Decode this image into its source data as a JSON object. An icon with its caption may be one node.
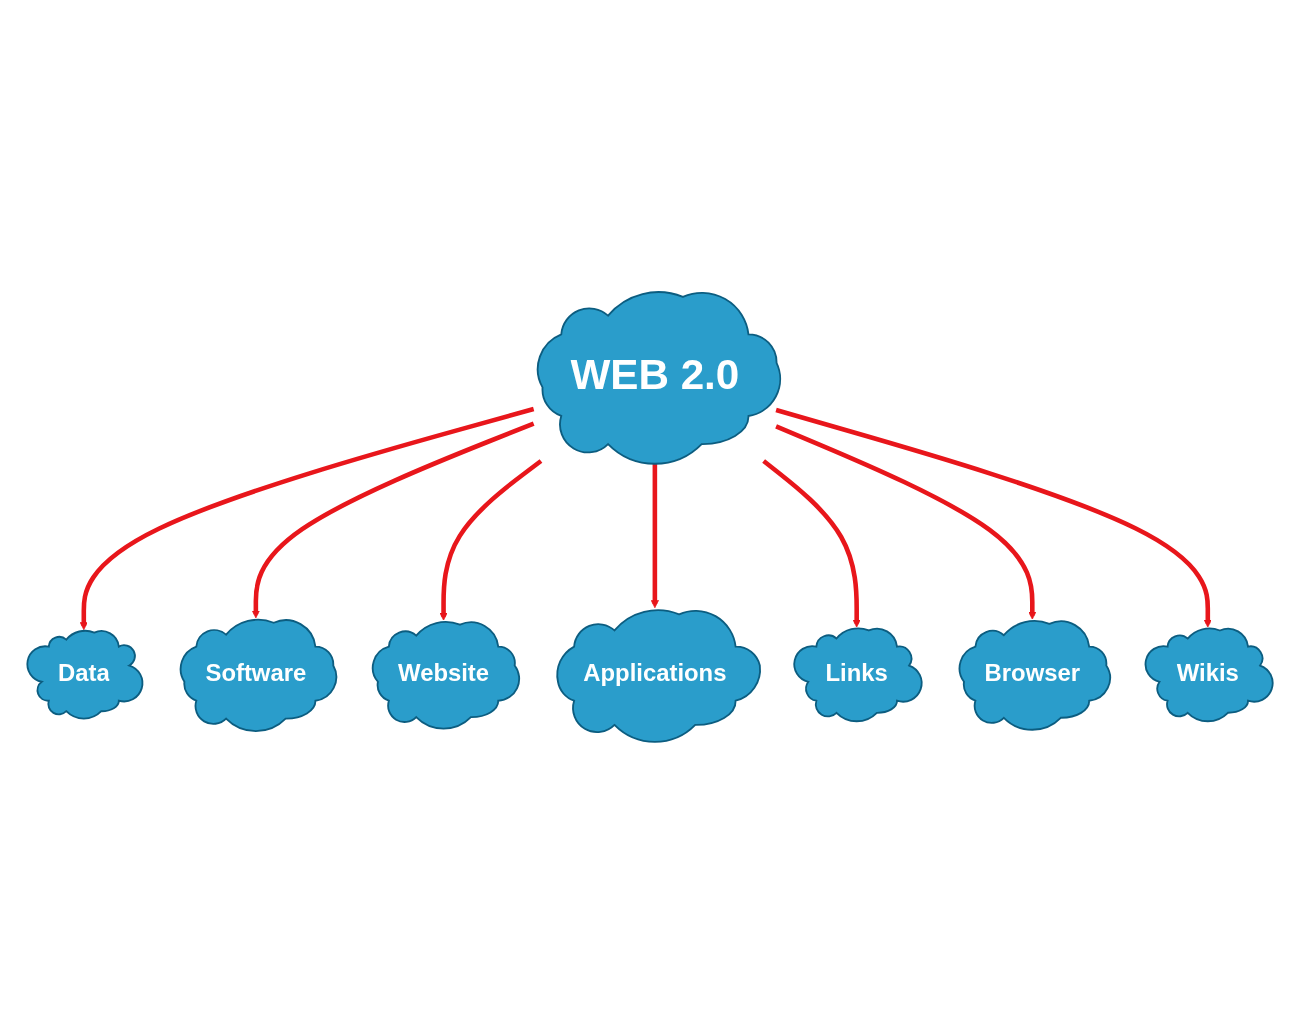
{
  "diagram": {
    "nodes": [
      {
        "text": [
          "Data"
        ]
      },
      {
        "text": [
          "Software"
        ]
      },
      {
        "text": [
          "Website"
        ]
      },
      {
        "text": [
          "WEB 2.0"
        ]
      },
      {
        "text": [
          "Applications"
        ]
      },
      {
        "text": [
          "Links"
        ]
      },
      {
        "text": [
          "Browser"
        ]
      },
      {
        "text": [
          "Wikis"
        ]
      }
    ],
    "edges": [
      {
        "from": 3,
        "to": 0,
        "arrow": "to"
      },
      {
        "from": 3,
        "to": 1,
        "arrow": "to"
      },
      {
        "from": 3,
        "to": 2,
        "arrow": "to"
      },
      {
        "from": 3,
        "to": 4,
        "arrow": "to"
      },
      {
        "from": 3,
        "to": 5,
        "arrow": "to"
      },
      {
        "from": 3,
        "to": 6,
        "arrow": "to"
      },
      {
        "from": 3,
        "to": 7,
        "arrow": "to"
      }
    ]
  }
}
